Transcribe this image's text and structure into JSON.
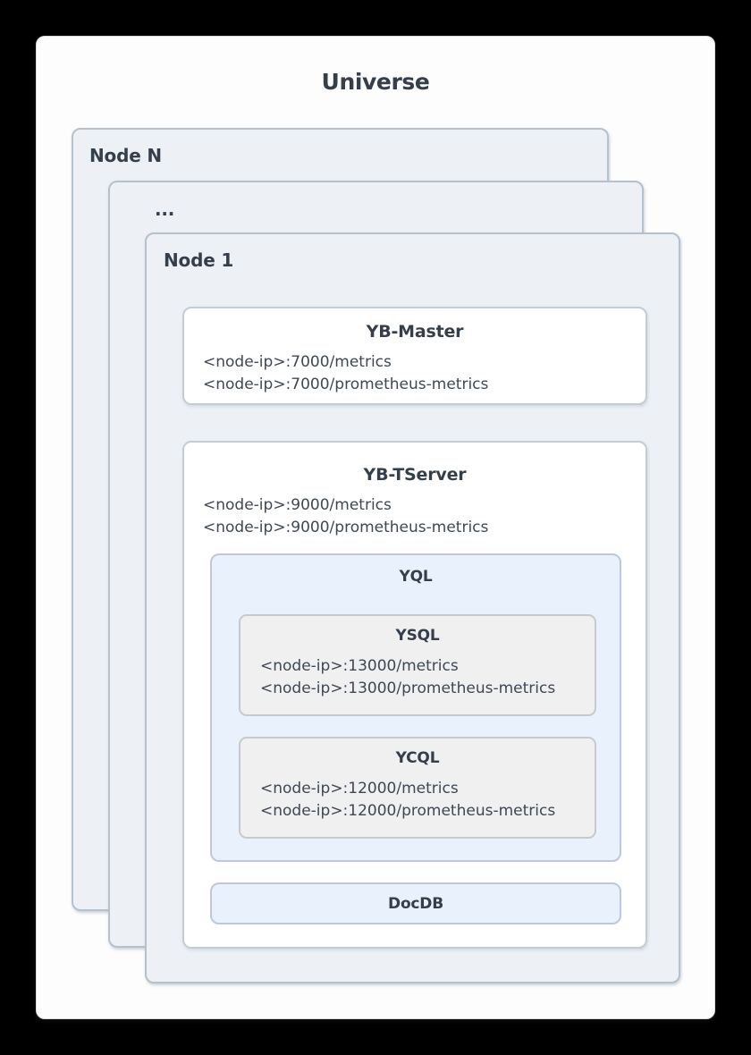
{
  "colors": {
    "page_bg": "#000000",
    "card_bg": "#fdfdfd",
    "card_border": "#d6dbe1",
    "node_fill": "#edf1f5",
    "node_border": "#b5c1cc",
    "white_fill": "#ffffff",
    "white_border": "#c4cdd6",
    "blue_fill": "#e8f1fc",
    "blue_border": "#bcc9da",
    "gray_fill": "#f0f0f1",
    "gray_border": "#c7cacd",
    "heading_text": "#353f4c",
    "body_text": "#3d4854"
  },
  "universe": {
    "title": "Universe"
  },
  "nodes": {
    "node_n_label": "Node N",
    "ellipsis_label": "...",
    "node_1_label": "Node 1"
  },
  "yb_master": {
    "title": "YB-Master",
    "endpoints": [
      "<node-ip>:7000/metrics",
      "<node-ip>:7000/prometheus-metrics"
    ]
  },
  "yb_tserver": {
    "title": "YB-TServer",
    "endpoints": [
      "<node-ip>:9000/metrics",
      "<node-ip>:9000/prometheus-metrics"
    ],
    "yql": {
      "title": "YQL",
      "ysql": {
        "title": "YSQL",
        "endpoints": [
          "<node-ip>:13000/metrics",
          "<node-ip>:13000/prometheus-metrics"
        ]
      },
      "ycql": {
        "title": "YCQL",
        "endpoints": [
          "<node-ip>:12000/metrics",
          "<node-ip>:12000/prometheus-metrics"
        ]
      }
    },
    "docdb": {
      "title": "DocDB"
    }
  }
}
